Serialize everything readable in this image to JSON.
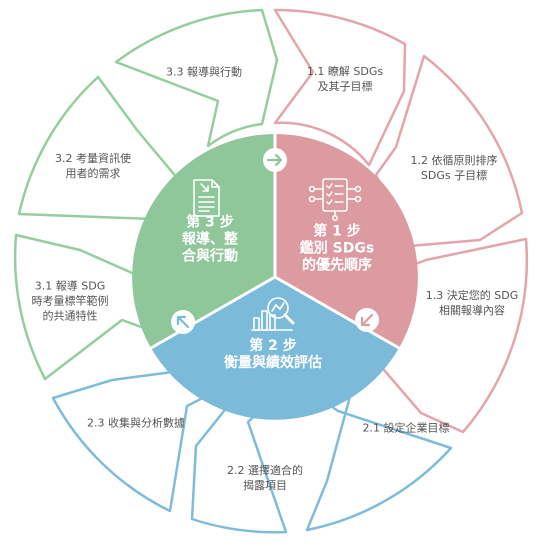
{
  "steps": {
    "step1": {
      "num": "第 1 步",
      "line1": "鑑別 SDGs",
      "line2": "的優先順序",
      "color": "#dc9aa1",
      "icon": "checklist-network-icon"
    },
    "step2": {
      "num": "第 2 步",
      "line1": "衡量與績效評估",
      "color": "#7cbad9",
      "icon": "magnifier-chart-icon"
    },
    "step3": {
      "num": "第 3 步",
      "line1": "報導、整",
      "line2": "合與行動",
      "color": "#8fc79a",
      "icon": "document-arrow-icon"
    }
  },
  "outer": {
    "s1_1": {
      "l1": "1.1 瞭解 SDGs",
      "l2": "及其子目標"
    },
    "s1_2": {
      "l1": "1.2 依循原則排序",
      "l2": "SDGs 子目標"
    },
    "s1_3": {
      "l1": "1.3 決定您的 SDG",
      "l2": "相關報導內容"
    },
    "s2_1": {
      "l1": "2.1 設定企業目標"
    },
    "s2_2": {
      "l1": "2.2 選擇適合的",
      "l2": "揭露項目"
    },
    "s2_3": {
      "l1": "2.3 收集與分析數據"
    },
    "s3_1": {
      "l1": "3.1 報導 SDG",
      "l2": "時考量標竿範例",
      "l3": "的共通特性"
    },
    "s3_2": {
      "l1": "3.2 考量資訊使",
      "l2": "用者的需求"
    },
    "s3_3": {
      "l1": "3.3 報導與行動"
    }
  },
  "colors": {
    "pink": "#e3a5ab",
    "blue": "#7ebcda",
    "green": "#96cd9e",
    "text": "#555555"
  }
}
